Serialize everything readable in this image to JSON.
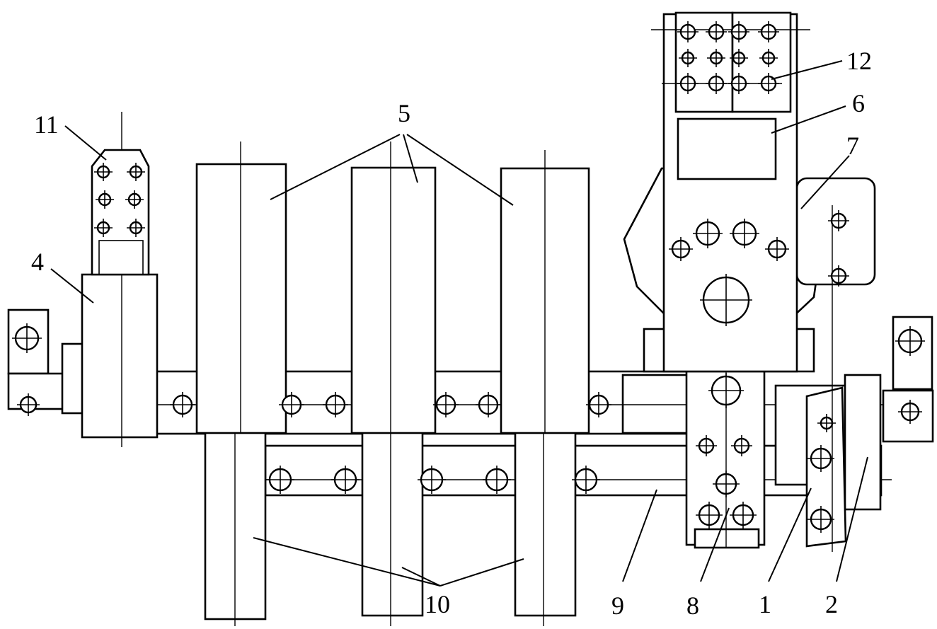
{
  "figure": {
    "callouts": {
      "c1": "1",
      "c2": "2",
      "c4": "4",
      "c5": "5",
      "c6": "6",
      "c7": "7",
      "c8": "8",
      "c9": "9",
      "c10": "10",
      "c11": "11",
      "c12": "12"
    }
  }
}
